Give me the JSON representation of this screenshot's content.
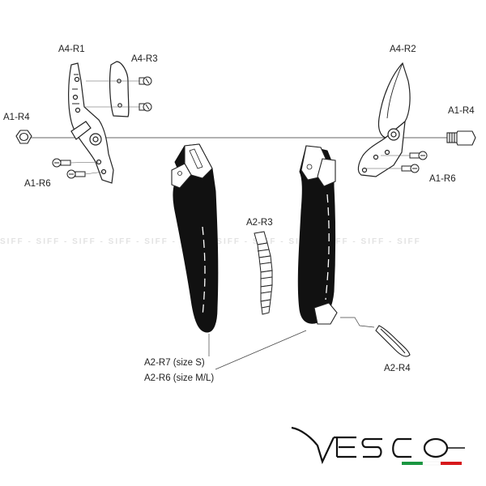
{
  "watermark": {
    "text": "SIFF - SIFF - SIFF - SIFF - SIFF - SIFF - SIFF - SIFF - SIFF - SIFF - SIFF - SIFF"
  },
  "labels": {
    "a4_r1": "A4-R1",
    "a4_r3": "A4-R3",
    "a4_r2": "A4-R2",
    "a1_r4_left": "A1-R4",
    "a1_r4_right": "A1-R4",
    "a1_r6_left": "A1-R6",
    "a1_r6_right": "A1-R6",
    "a2_r3": "A2-R3",
    "a2_r4": "A2-R4",
    "a2_r7": "A2-R7 (size  S)",
    "a2_r6": "A2-R6 (size  M/L)"
  },
  "logo": {
    "text": "Vesco",
    "flag_colors": [
      "#1a9641",
      "#ffffff",
      "#d7191c"
    ]
  }
}
